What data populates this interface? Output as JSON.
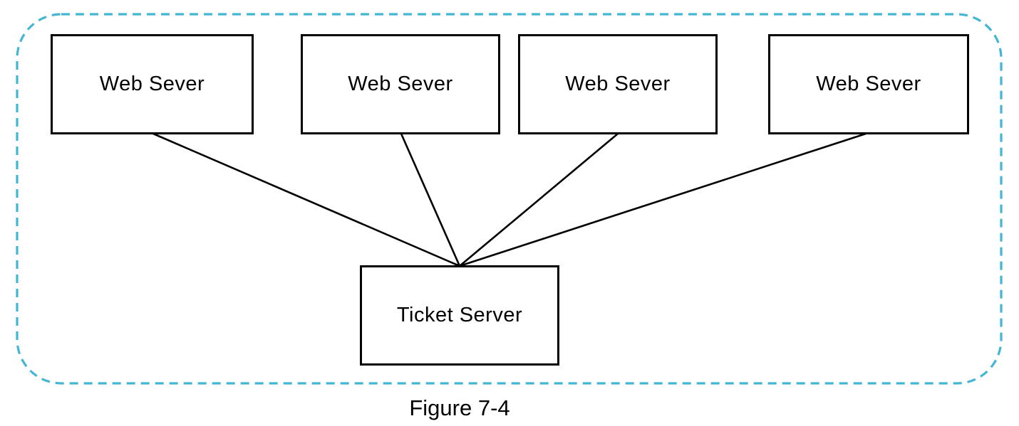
{
  "diagram": {
    "caption": "Figure 7-4",
    "boundary_color": "#44B6D3",
    "connector_color": "#000000",
    "nodes": [
      {
        "id": "web-server-1",
        "label": "Web Sever"
      },
      {
        "id": "web-server-2",
        "label": "Web Sever"
      },
      {
        "id": "web-server-3",
        "label": "Web Sever"
      },
      {
        "id": "web-server-4",
        "label": "Web Sever"
      },
      {
        "id": "ticket-server",
        "label": "Ticket Server"
      }
    ],
    "edges": [
      {
        "from": "web-server-1",
        "to": "ticket-server"
      },
      {
        "from": "web-server-2",
        "to": "ticket-server"
      },
      {
        "from": "web-server-3",
        "to": "ticket-server"
      },
      {
        "from": "web-server-4",
        "to": "ticket-server"
      }
    ]
  }
}
